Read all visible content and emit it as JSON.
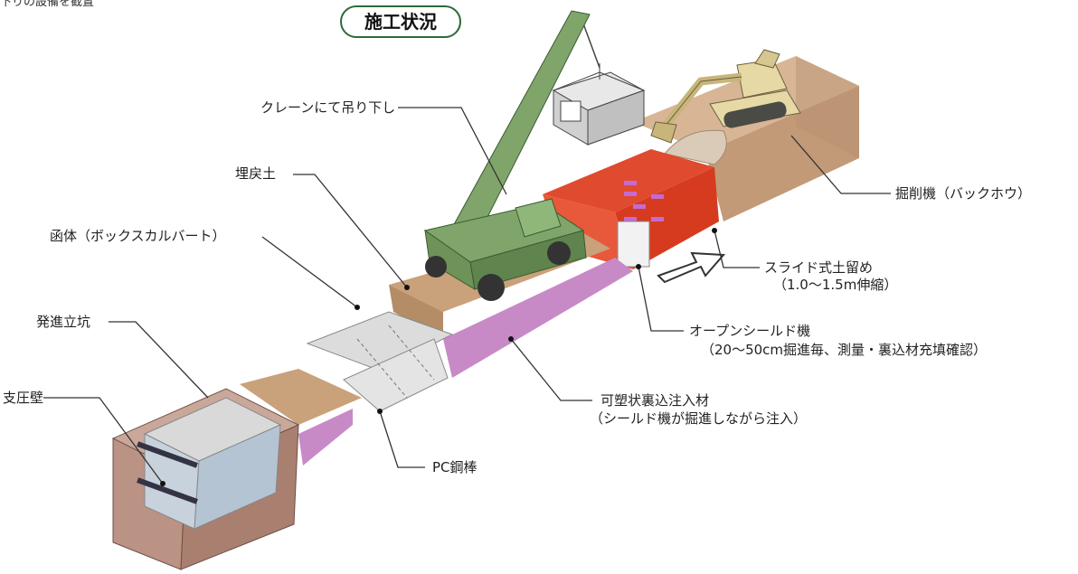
{
  "corner_text": "下りの設備を截置",
  "title": "施工状況",
  "labels": {
    "crane": "クレーンにて吊り下し",
    "backfill": "埋戻土",
    "box": "函体（ボックスカルバート）",
    "shaft": "発進立坑",
    "support_wall": "支圧壁",
    "excavator": "掘削機（バックホウ）",
    "slide_1": "スライド式土留め",
    "slide_2": "（1.0〜1.5m伸縮）",
    "shield_1": "オープンシールド機",
    "shield_2": "（20〜50cm掘進毎、測量・裏込材充填確認）",
    "grout_1": "可塑状裏込注入材",
    "grout_2": "（シールド機が掘進しながら注入）",
    "pc": "PC鋼棒"
  },
  "colors": {
    "crane": "#7fa56a",
    "shield": "#e04a2e",
    "grout": "#c78ac7",
    "soil_top": "#d8b594",
    "soil_side": "#c29a78",
    "box": "#dcdcdc",
    "excavator": "#e6d9a6",
    "sheet_pile": "#c9a89a"
  }
}
